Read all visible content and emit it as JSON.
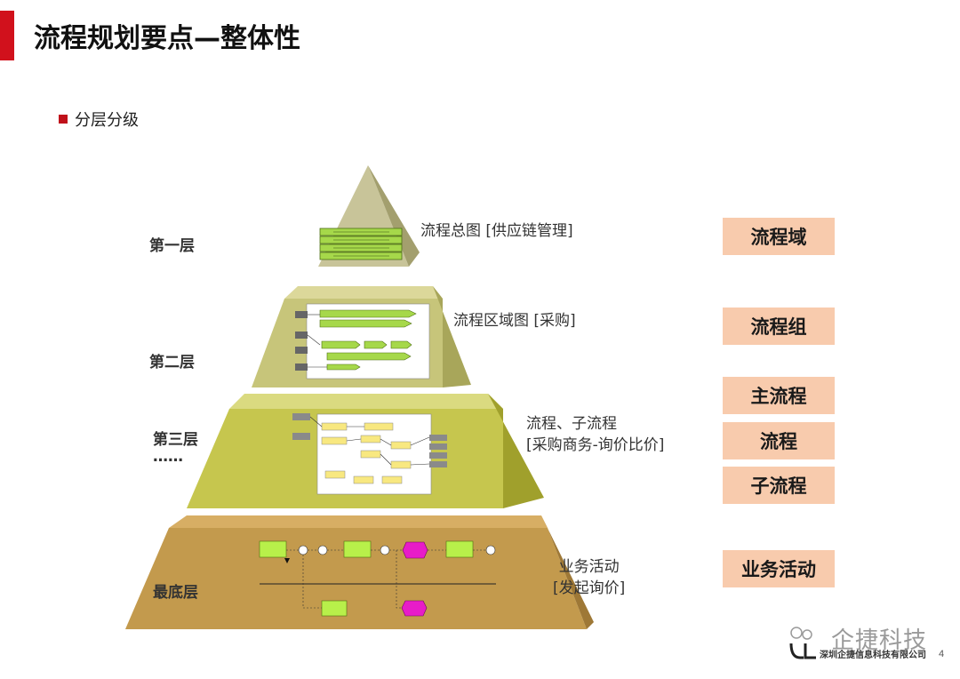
{
  "title": "流程规划要点—整体性",
  "bullet": "分层分级",
  "layers": [
    {
      "label": "第一层",
      "desc_lines": [
        "流程总图 [供应链管理]"
      ]
    },
    {
      "label": "第二层",
      "desc_lines": [
        "流程区域图 [采购]"
      ]
    },
    {
      "label": "第三层",
      "label_extra": "……",
      "desc_lines": [
        "流程、子流程",
        "[采购商务-询价比价]"
      ]
    },
    {
      "label": "最底层",
      "desc_lines": [
        "业务活动",
        "[发起询价]"
      ]
    }
  ],
  "tags": [
    "流程域",
    "流程组",
    "主流程",
    "流程",
    "子流程",
    "业务活动"
  ],
  "colors": {
    "title_bar": "#d1111c",
    "tag_bg": "#f8cbad",
    "layer1": "#c8c499",
    "layer2": "#c7c57a",
    "layer3": "#c6c64e",
    "layer4": "#c39a4d"
  },
  "watermark": {
    "text": "企捷科技",
    "company": "深圳企捷信息科技有限公司"
  },
  "page_number": "4"
}
